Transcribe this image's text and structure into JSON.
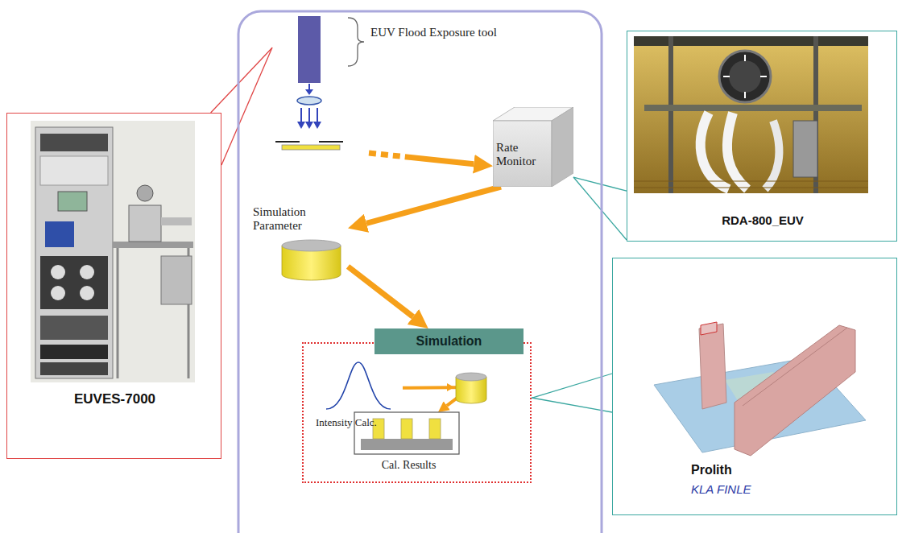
{
  "diagram": {
    "nodes": [
      {
        "text": [
          "EUVES-7000"
        ]
      },
      {
        "text": [
          "EUV Flood Exposure tool"
        ]
      },
      {
        "text": [
          "Rate Monitor"
        ]
      },
      {
        "text": [
          "RDA-800_EUV"
        ]
      },
      {
        "text": [
          "Simulation Parameter"
        ]
      },
      {
        "text": [
          "Simulation"
        ]
      },
      {
        "text": [
          "Intensity Calc."
        ],
        "in": 5
      },
      {
        "text": [
          "Cal. Results"
        ],
        "in": 5
      },
      {
        "text": [
          "Prolith",
          "KLA FINLE"
        ]
      }
    ],
    "edges": [
      {
        "from": 0,
        "to": 1,
        "arrow": "none"
      },
      {
        "from": 1,
        "to": 2,
        "arrow": "to"
      },
      {
        "from": 2,
        "to": 3,
        "arrow": "none"
      },
      {
        "from": 2,
        "to": 4,
        "arrow": "to"
      },
      {
        "from": 4,
        "to": 5,
        "arrow": "to"
      },
      {
        "from": 6,
        "to": 7,
        "arrow": "to"
      },
      {
        "from": 5,
        "to": 8,
        "arrow": "none"
      }
    ]
  }
}
